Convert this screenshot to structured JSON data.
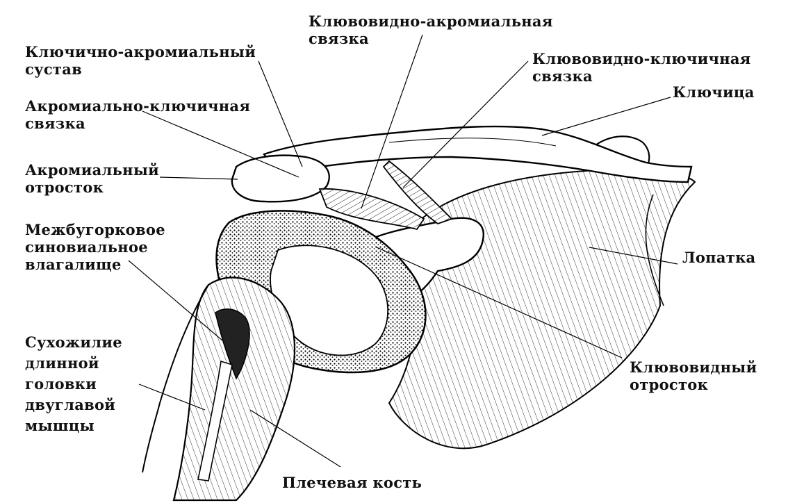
{
  "diagram": {
    "labels": {
      "coracoacromial_ligament": [
        "Клювовидно-акромиальная",
        "связка"
      ],
      "acromioclavicular_joint": [
        "Ключично-акромиальный",
        "сустав"
      ],
      "coracoclavicular_ligament": [
        "Клювовидно-ключичная",
        "связка"
      ],
      "clavicle": [
        "Ключица"
      ],
      "acromioclavicular_ligament": [
        "Акромиально-ключичная",
        "связка"
      ],
      "acromion": [
        "Акромиальный",
        "отросток"
      ],
      "scapula": [
        "Лопатка"
      ],
      "intertubercular_sheath": [
        "Межбугорковое",
        "синовиальное",
        "влагалище"
      ],
      "biceps_tendon": [
        "Сухожилие",
        "длинной",
        "головки",
        "двуглавой",
        "мышцы"
      ],
      "coracoid_process": [
        "Клювовидный",
        "отросток"
      ],
      "humerus": [
        "Плечевая кость"
      ]
    }
  }
}
